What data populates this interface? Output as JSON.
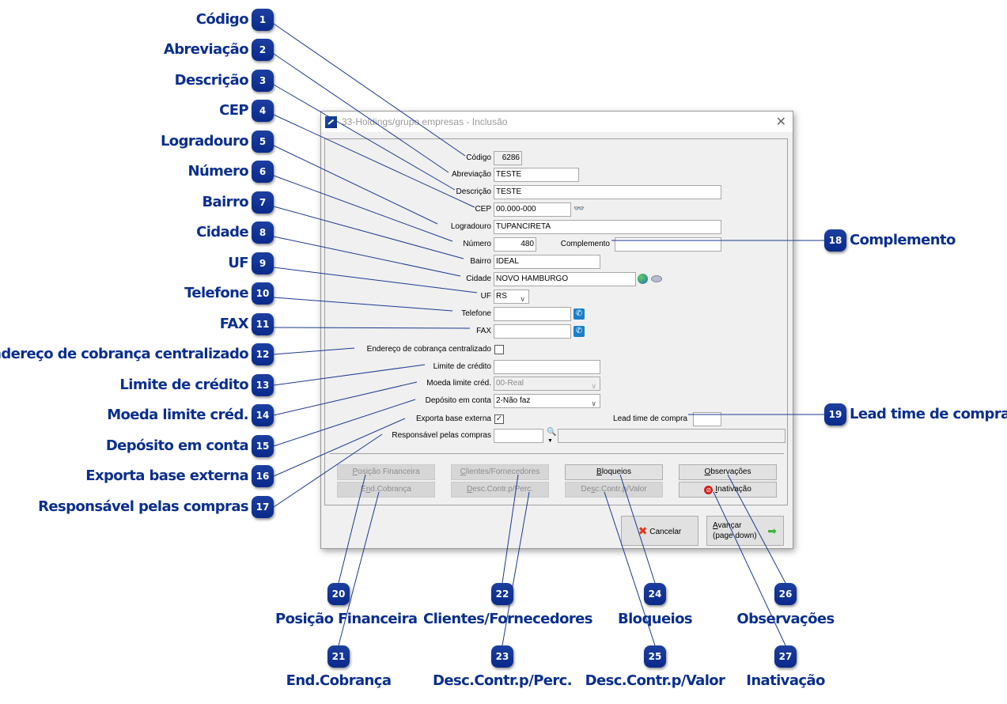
{
  "dialog": {
    "title": "33-Holdings/grupo empresas - Inclusão",
    "close_glyph": "✕",
    "fields": {
      "codigo": {
        "label": "Código",
        "value": "6286"
      },
      "abreviacao": {
        "label": "Abreviação",
        "value": "TESTE"
      },
      "descricao": {
        "label": "Descrição",
        "value": "TESTE"
      },
      "cep": {
        "label": "CEP",
        "value": "00.000-000"
      },
      "logradouro": {
        "label": "Logradouro",
        "value": "TUPANCIRETA"
      },
      "numero": {
        "label": "Número",
        "value": "480"
      },
      "complemento": {
        "label": "Complemento",
        "value": ""
      },
      "bairro": {
        "label": "Bairro",
        "value": "IDEAL"
      },
      "cidade": {
        "label": "Cidade",
        "value": "NOVO HAMBURGO"
      },
      "uf": {
        "label": "UF",
        "value": "RS"
      },
      "telefone": {
        "label": "Telefone",
        "value": ""
      },
      "fax": {
        "label": "FAX",
        "value": ""
      },
      "endereco_cobranca": {
        "label": "Endereço de cobrança centralizado",
        "checked": false
      },
      "limite_credito": {
        "label": "Limite de crédito",
        "value": ""
      },
      "moeda_limite": {
        "label": "Moeda limite créd.",
        "value": "00-Real"
      },
      "deposito_conta": {
        "label": "Depósito em conta",
        "value": "2-Não faz"
      },
      "exporta_base": {
        "label": "Exporta base externa",
        "checked": true,
        "check_glyph": "✓"
      },
      "lead_time": {
        "label": "Lead time de compra",
        "value": ""
      },
      "responsavel": {
        "label": "Responsável pelas compras",
        "value": "",
        "description": ""
      }
    },
    "buttons": {
      "posicao_financeira": {
        "pre": "",
        "key": "P",
        "post": "osição Financeira"
      },
      "end_cobranca": {
        "pre": "E",
        "key": "n",
        "post": "d.Cobrança"
      },
      "clientes_fornecedores": {
        "pre": "",
        "key": "C",
        "post": "lientes/Fornecedores"
      },
      "desc_perc": {
        "pre": "",
        "key": "D",
        "post": "esc.Contr.p/Perc."
      },
      "bloqueios": {
        "pre": "",
        "key": "B",
        "post": "loqueios"
      },
      "desc_valor": {
        "pre": "De",
        "key": "s",
        "post": "c.Contr.p/Valor"
      },
      "observacoes": {
        "pre": "",
        "key": "O",
        "post": "bservações"
      },
      "inativacao": {
        "pre": "",
        "key": "I",
        "post": "nativação"
      },
      "cancelar": {
        "label": "Cancelar"
      },
      "avancar": {
        "key": "A",
        "post": "vançar",
        "line2": "(page down)"
      }
    }
  },
  "callouts": [
    {
      "n": "1",
      "label": "Código"
    },
    {
      "n": "2",
      "label": "Abreviação"
    },
    {
      "n": "3",
      "label": "Descrição"
    },
    {
      "n": "4",
      "label": "CEP"
    },
    {
      "n": "5",
      "label": "Logradouro"
    },
    {
      "n": "6",
      "label": "Número"
    },
    {
      "n": "7",
      "label": "Bairro"
    },
    {
      "n": "8",
      "label": "Cidade"
    },
    {
      "n": "9",
      "label": "UF"
    },
    {
      "n": "10",
      "label": "Telefone"
    },
    {
      "n": "11",
      "label": "FAX"
    },
    {
      "n": "12",
      "label": "Endereço de cobrança centralizado"
    },
    {
      "n": "13",
      "label": "Limite de crédito"
    },
    {
      "n": "14",
      "label": "Moeda limite créd."
    },
    {
      "n": "15",
      "label": "Depósito em conta"
    },
    {
      "n": "16",
      "label": "Exporta base externa"
    },
    {
      "n": "17",
      "label": "Responsável pelas compras"
    },
    {
      "n": "18",
      "label": "Complemento"
    },
    {
      "n": "19",
      "label": "Lead time de compra"
    },
    {
      "n": "20",
      "label": "Posição Financeira"
    },
    {
      "n": "21",
      "label": "End.Cobrança"
    },
    {
      "n": "22",
      "label": "Clientes/Fornecedores"
    },
    {
      "n": "23",
      "label": "Desc.Contr.p/Perc."
    },
    {
      "n": "24",
      "label": "Bloqueios"
    },
    {
      "n": "25",
      "label": "Desc.Contr.p/Valor"
    },
    {
      "n": "26",
      "label": "Observações"
    },
    {
      "n": "27",
      "label": "Inativação"
    }
  ],
  "colors": {
    "callout": "#0b2f8e",
    "leader_line": "#1b3a8f"
  }
}
